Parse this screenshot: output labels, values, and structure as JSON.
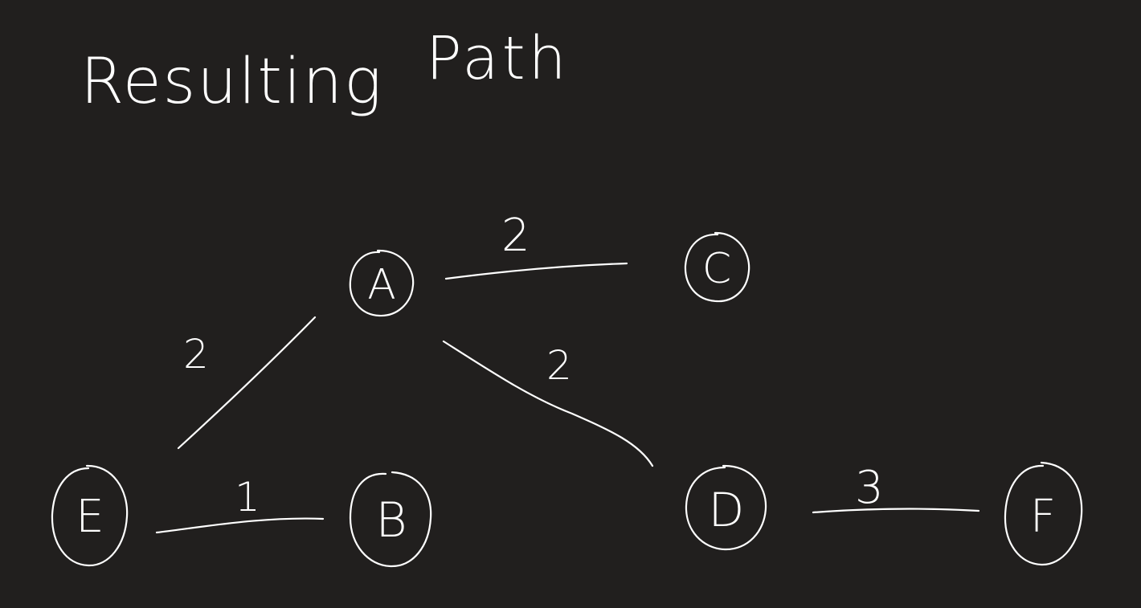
{
  "diagram": {
    "title_word_1": "Resulting",
    "title_word_2": "Path",
    "ink_color": "#ffffff",
    "background_color": "#211f1e",
    "nodes": [
      {
        "id": "A",
        "label": "A"
      },
      {
        "id": "C",
        "label": "C"
      },
      {
        "id": "E",
        "label": "E"
      },
      {
        "id": "B",
        "label": "B"
      },
      {
        "id": "D",
        "label": "D"
      },
      {
        "id": "F",
        "label": "F"
      }
    ],
    "edges": [
      {
        "from": "A",
        "to": "C",
        "weight": "2"
      },
      {
        "from": "A",
        "to": "E",
        "weight": "2"
      },
      {
        "from": "A",
        "to": "D",
        "weight": "2"
      },
      {
        "from": "E",
        "to": "B",
        "weight": "1"
      },
      {
        "from": "D",
        "to": "F",
        "weight": "3"
      }
    ]
  }
}
